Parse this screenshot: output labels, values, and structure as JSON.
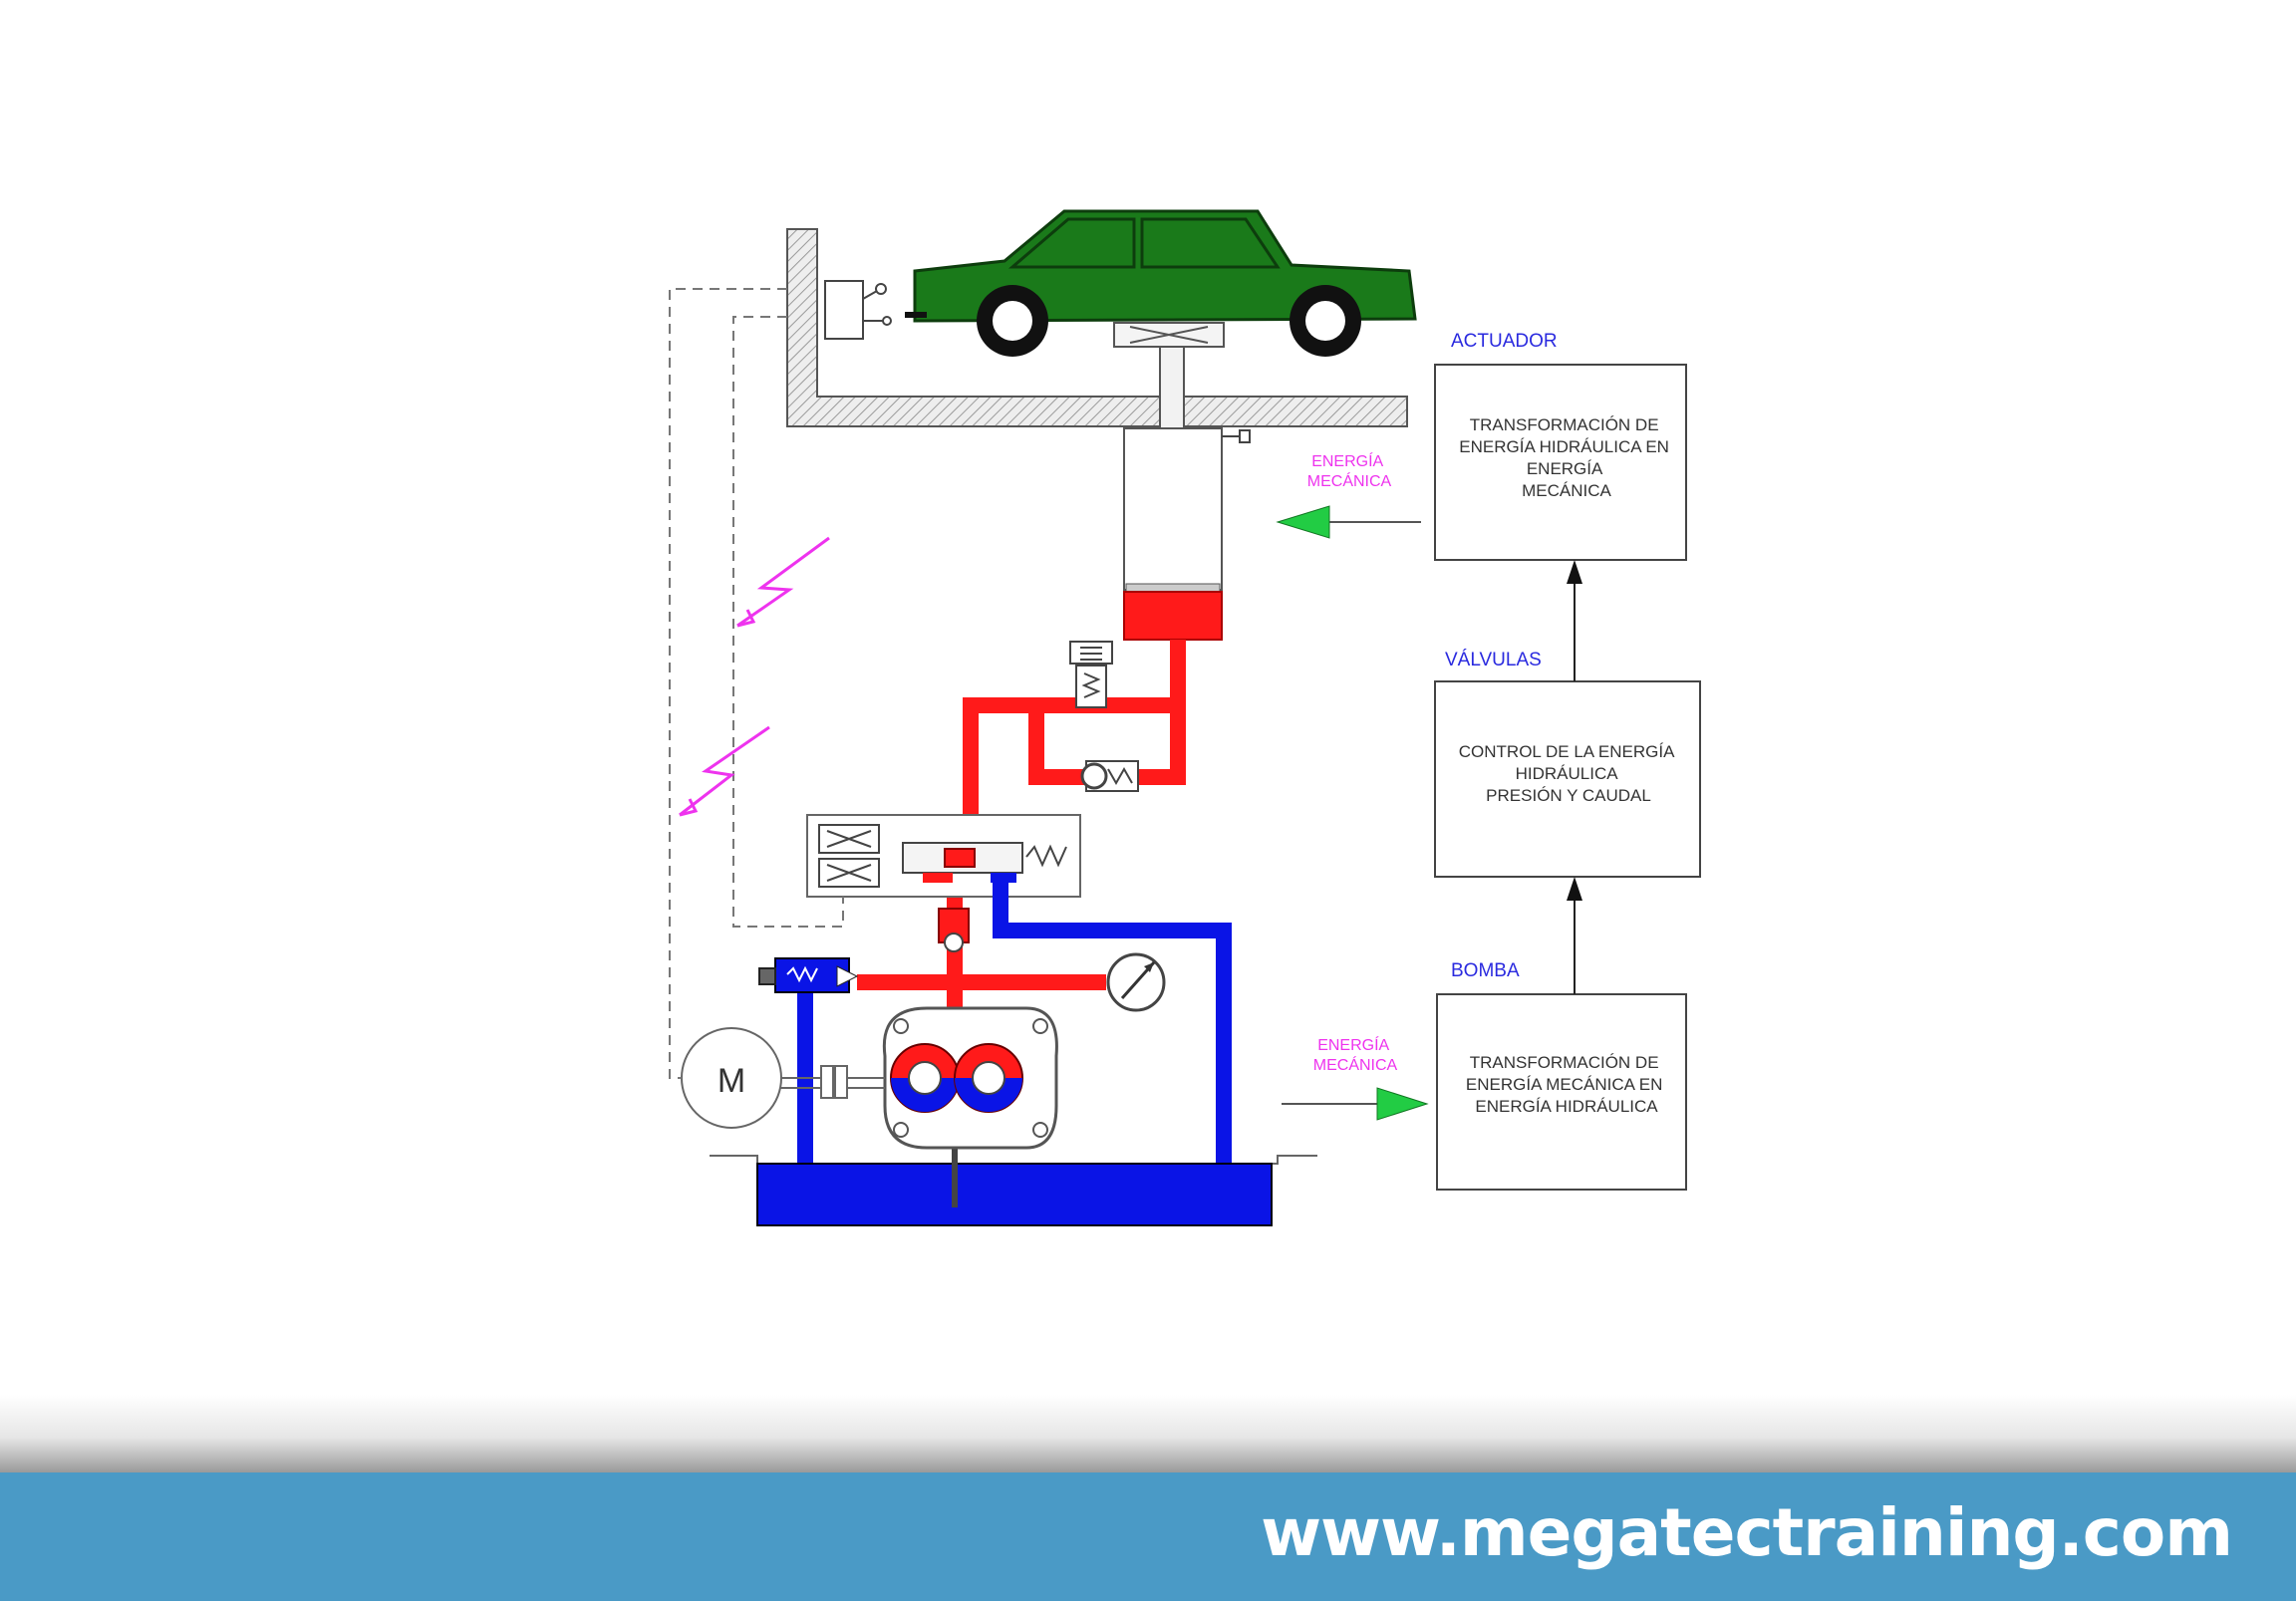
{
  "blocks": {
    "actuador": {
      "title": "ACTUADOR",
      "lines": [
        "TRANSFORMACIÓN DE",
        "ENERGÍA HIDRÁULICA EN",
        "ENERGÍA",
        "MECÁNICA"
      ]
    },
    "valvulas": {
      "title": "VÁLVULAS",
      "lines": [
        "CONTROL DE LA ENERGÍA",
        "HIDRÁULICA",
        "PRESIÓN Y CAUDAL"
      ]
    },
    "bomba": {
      "title": "BOMBA",
      "lines": [
        "TRANSFORMACIÓN DE",
        "ENERGÍA MECÁNICA EN",
        "ENERGÍA HIDRÁULICA"
      ]
    }
  },
  "energy_labels": {
    "top": [
      "ENERGÍA",
      "MECÁNICA"
    ],
    "bottom": [
      "ENERGÍA",
      "MECÁNICA"
    ]
  },
  "motor": {
    "label": "M"
  },
  "footer": {
    "url": "www.megatectraining.com"
  },
  "colors": {
    "pressure_line": "#ff1a1a",
    "return_line": "#0a14e6",
    "car_body": "#1a7a1a",
    "energy_arrow": "#22cc44",
    "signal": "#ee33ee",
    "block_titles": "#2a2adf"
  }
}
